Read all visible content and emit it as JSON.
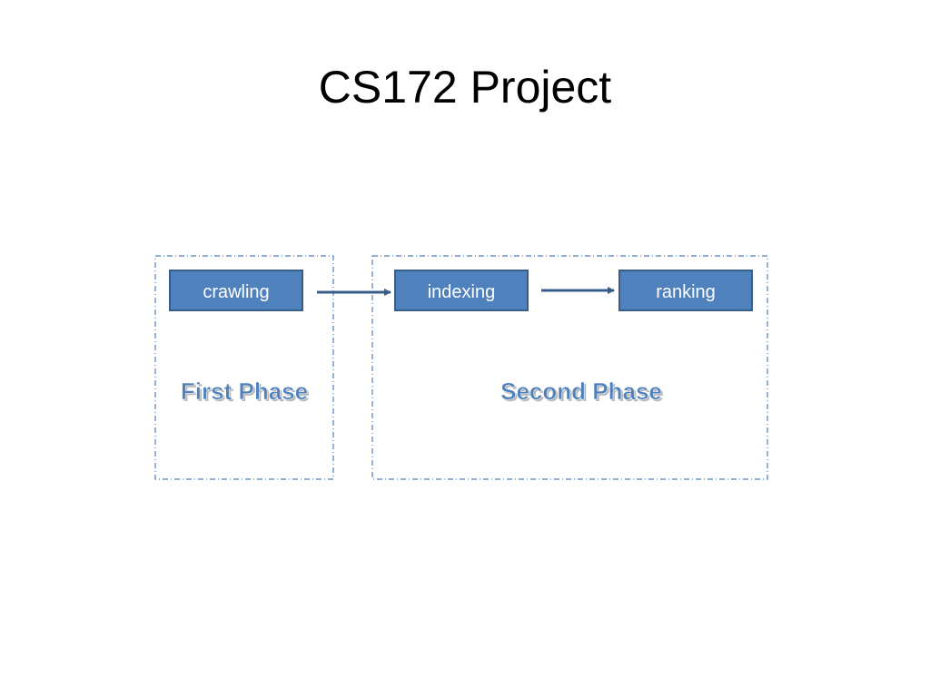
{
  "slide": {
    "title": "CS172 Project"
  },
  "phases": [
    {
      "id": "first",
      "label": "First Phase"
    },
    {
      "id": "second",
      "label": "Second Phase"
    }
  ],
  "steps": [
    {
      "id": "crawling",
      "label": "crawling"
    },
    {
      "id": "indexing",
      "label": "indexing"
    },
    {
      "id": "ranking",
      "label": "ranking"
    }
  ],
  "colors": {
    "step_fill": "#4f81bd",
    "step_border": "#385d8a",
    "phase_text": "#4f81bd",
    "phase_border": "#4f81bd",
    "arrow": "#385d8a"
  }
}
